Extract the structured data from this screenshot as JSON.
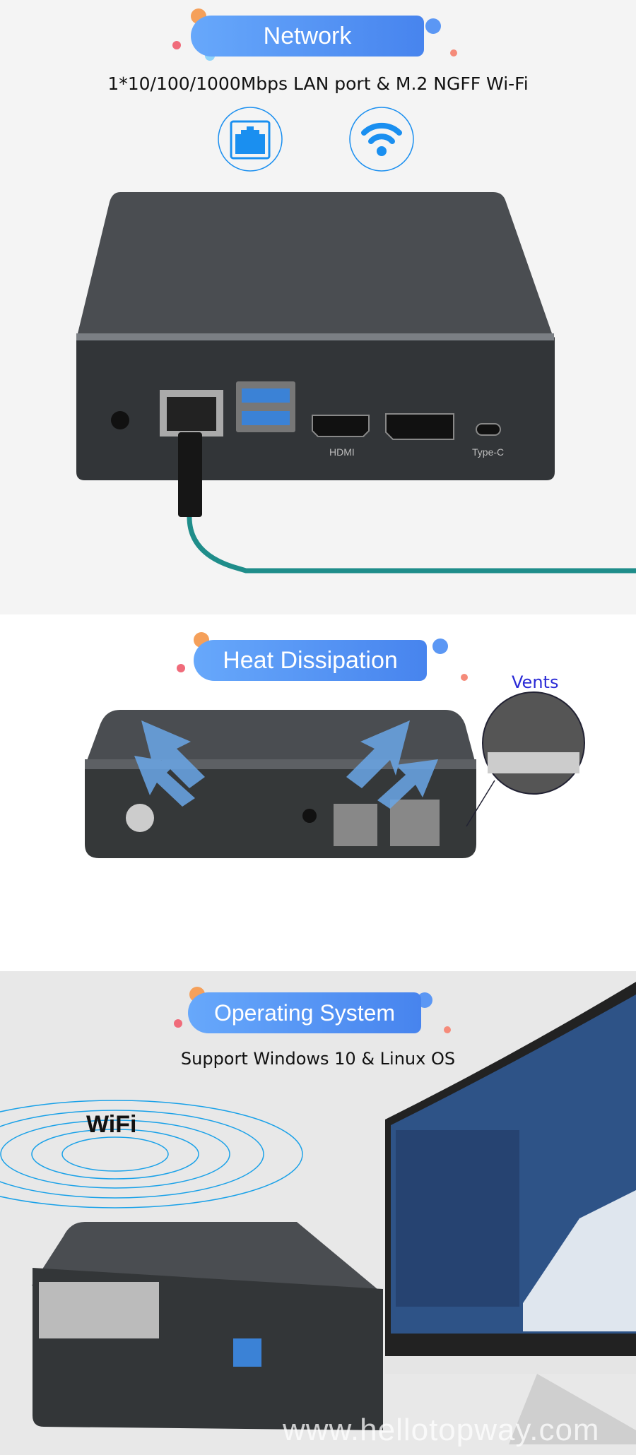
{
  "network": {
    "title": "Network",
    "subtitle": "1*10/100/1000Mbps LAN port & M.2 NGFF Wi-Fi",
    "icons": [
      "ethernet-port-icon",
      "wifi-icon"
    ],
    "ports": [
      "HDMI",
      "Type-C"
    ]
  },
  "heat": {
    "title": "Heat Dissipation",
    "vents_label": "Vents"
  },
  "os": {
    "title": "Operating System",
    "subtitle": "Support Windows 10 & Linux OS",
    "wifi_label": "WiFi"
  },
  "watermark": "www.hellotopway.com",
  "colors": {
    "banner": "#5b97f4",
    "icon_blue": "#1a8ff0",
    "background_1": "#f4f4f4",
    "background_3": "#e8e8e8",
    "device": "#3c3f42",
    "cable": "#1f8d8a"
  }
}
